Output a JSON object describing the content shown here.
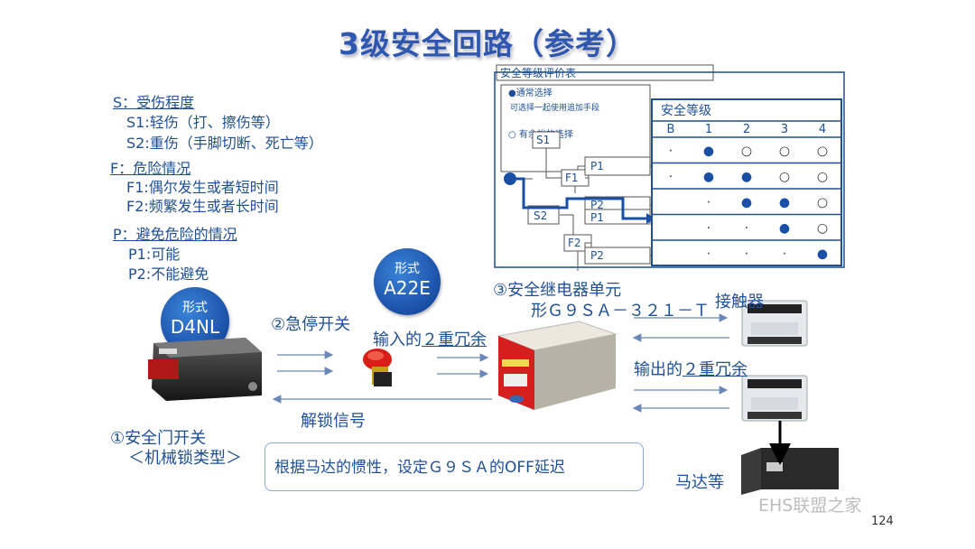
{
  "title": "3级安全回路（参考）",
  "legend": {
    "s_title": "S：受伤程度",
    "s1": "S1:轻伤（打、擦伤等）",
    "s2": "S2:重伤（手脚切断、死亡等）",
    "f_title": "F：危险情况",
    "f1": "F1:偶尔发生或者短时间",
    "f2": "F2:频繁发生或者长时间",
    "p_title": "P：避免危险的情况",
    "p1": "P1:可能",
    "p2": "P2:不能避免"
  },
  "eval_table": {
    "title": "安全等级评价表",
    "normal_select": "●通常选择",
    "normal_select_sub": "可选择一起使用追加手段",
    "excess_select": "○ 有余裕的选择",
    "level_header": "安全等级",
    "columns": [
      "B",
      "1",
      "2",
      "3",
      "4"
    ],
    "rows": [
      [
        "·",
        "●",
        "○",
        "○",
        "○"
      ],
      [
        "·",
        "●",
        "●",
        "○",
        "○"
      ],
      [
        "",
        "·",
        "●",
        "●",
        "○"
      ],
      [
        "",
        "·",
        "·",
        "●",
        "○"
      ],
      [
        "",
        "·",
        "·",
        "·",
        "●"
      ]
    ],
    "node_labels": {
      "s1": "S1",
      "s2": "S2",
      "f1": "F1",
      "f2": "F2",
      "p1": "P1",
      "p2": "P2"
    }
  },
  "devices": {
    "d4nl_model_label": "形式",
    "d4nl_model": "D4NL",
    "a22e_model_label": "形式",
    "a22e_model": "A22E",
    "estop": "②急停开关",
    "door_switch": "①安全门开关",
    "door_switch_type": "＜机械锁类型＞",
    "relay_unit": "③安全继电器单元",
    "relay_model": "形Ｇ９ＳＡ－３２１－Ｔ",
    "contactor": "接触器",
    "input_redundancy_prefix": "输入的",
    "input_redundancy_num": "２",
    "input_redundancy_suffix": "重冗余",
    "output_redundancy_prefix": "输出的",
    "output_redundancy_num": "２",
    "output_redundancy_suffix": "重冗余",
    "unlock_signal": "解锁信号",
    "motor": "马达等"
  },
  "note": "根据马达的惯性，设定Ｇ９ＳＡ的OFF延迟",
  "page_number": "124",
  "watermark": "EHS联盟之家"
}
